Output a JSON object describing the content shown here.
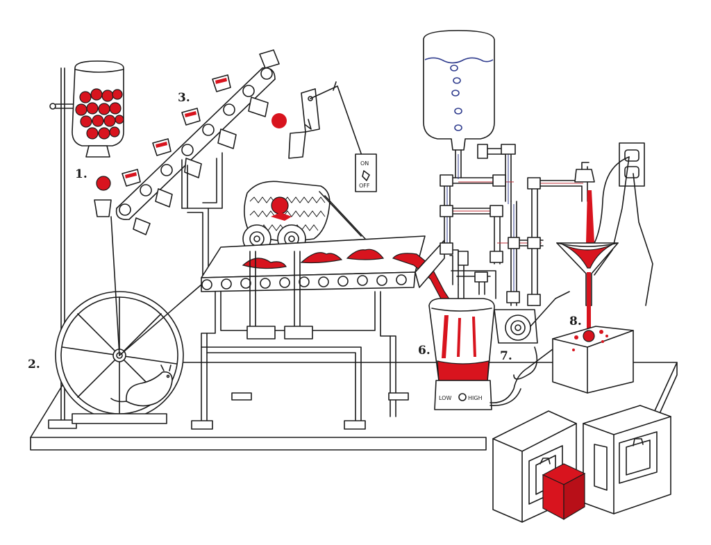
{
  "step_labels": [
    "1.",
    "2.",
    "3.",
    "6.",
    "7.",
    "8."
  ],
  "switch": {
    "on": "ON",
    "off": "OFF"
  },
  "blender": {
    "low": "LOW",
    "high": "HIGH"
  },
  "colors": {
    "ink": "#1a1a1a",
    "accent_red": "#d8141e",
    "water_blue": "#2d3a8c"
  }
}
